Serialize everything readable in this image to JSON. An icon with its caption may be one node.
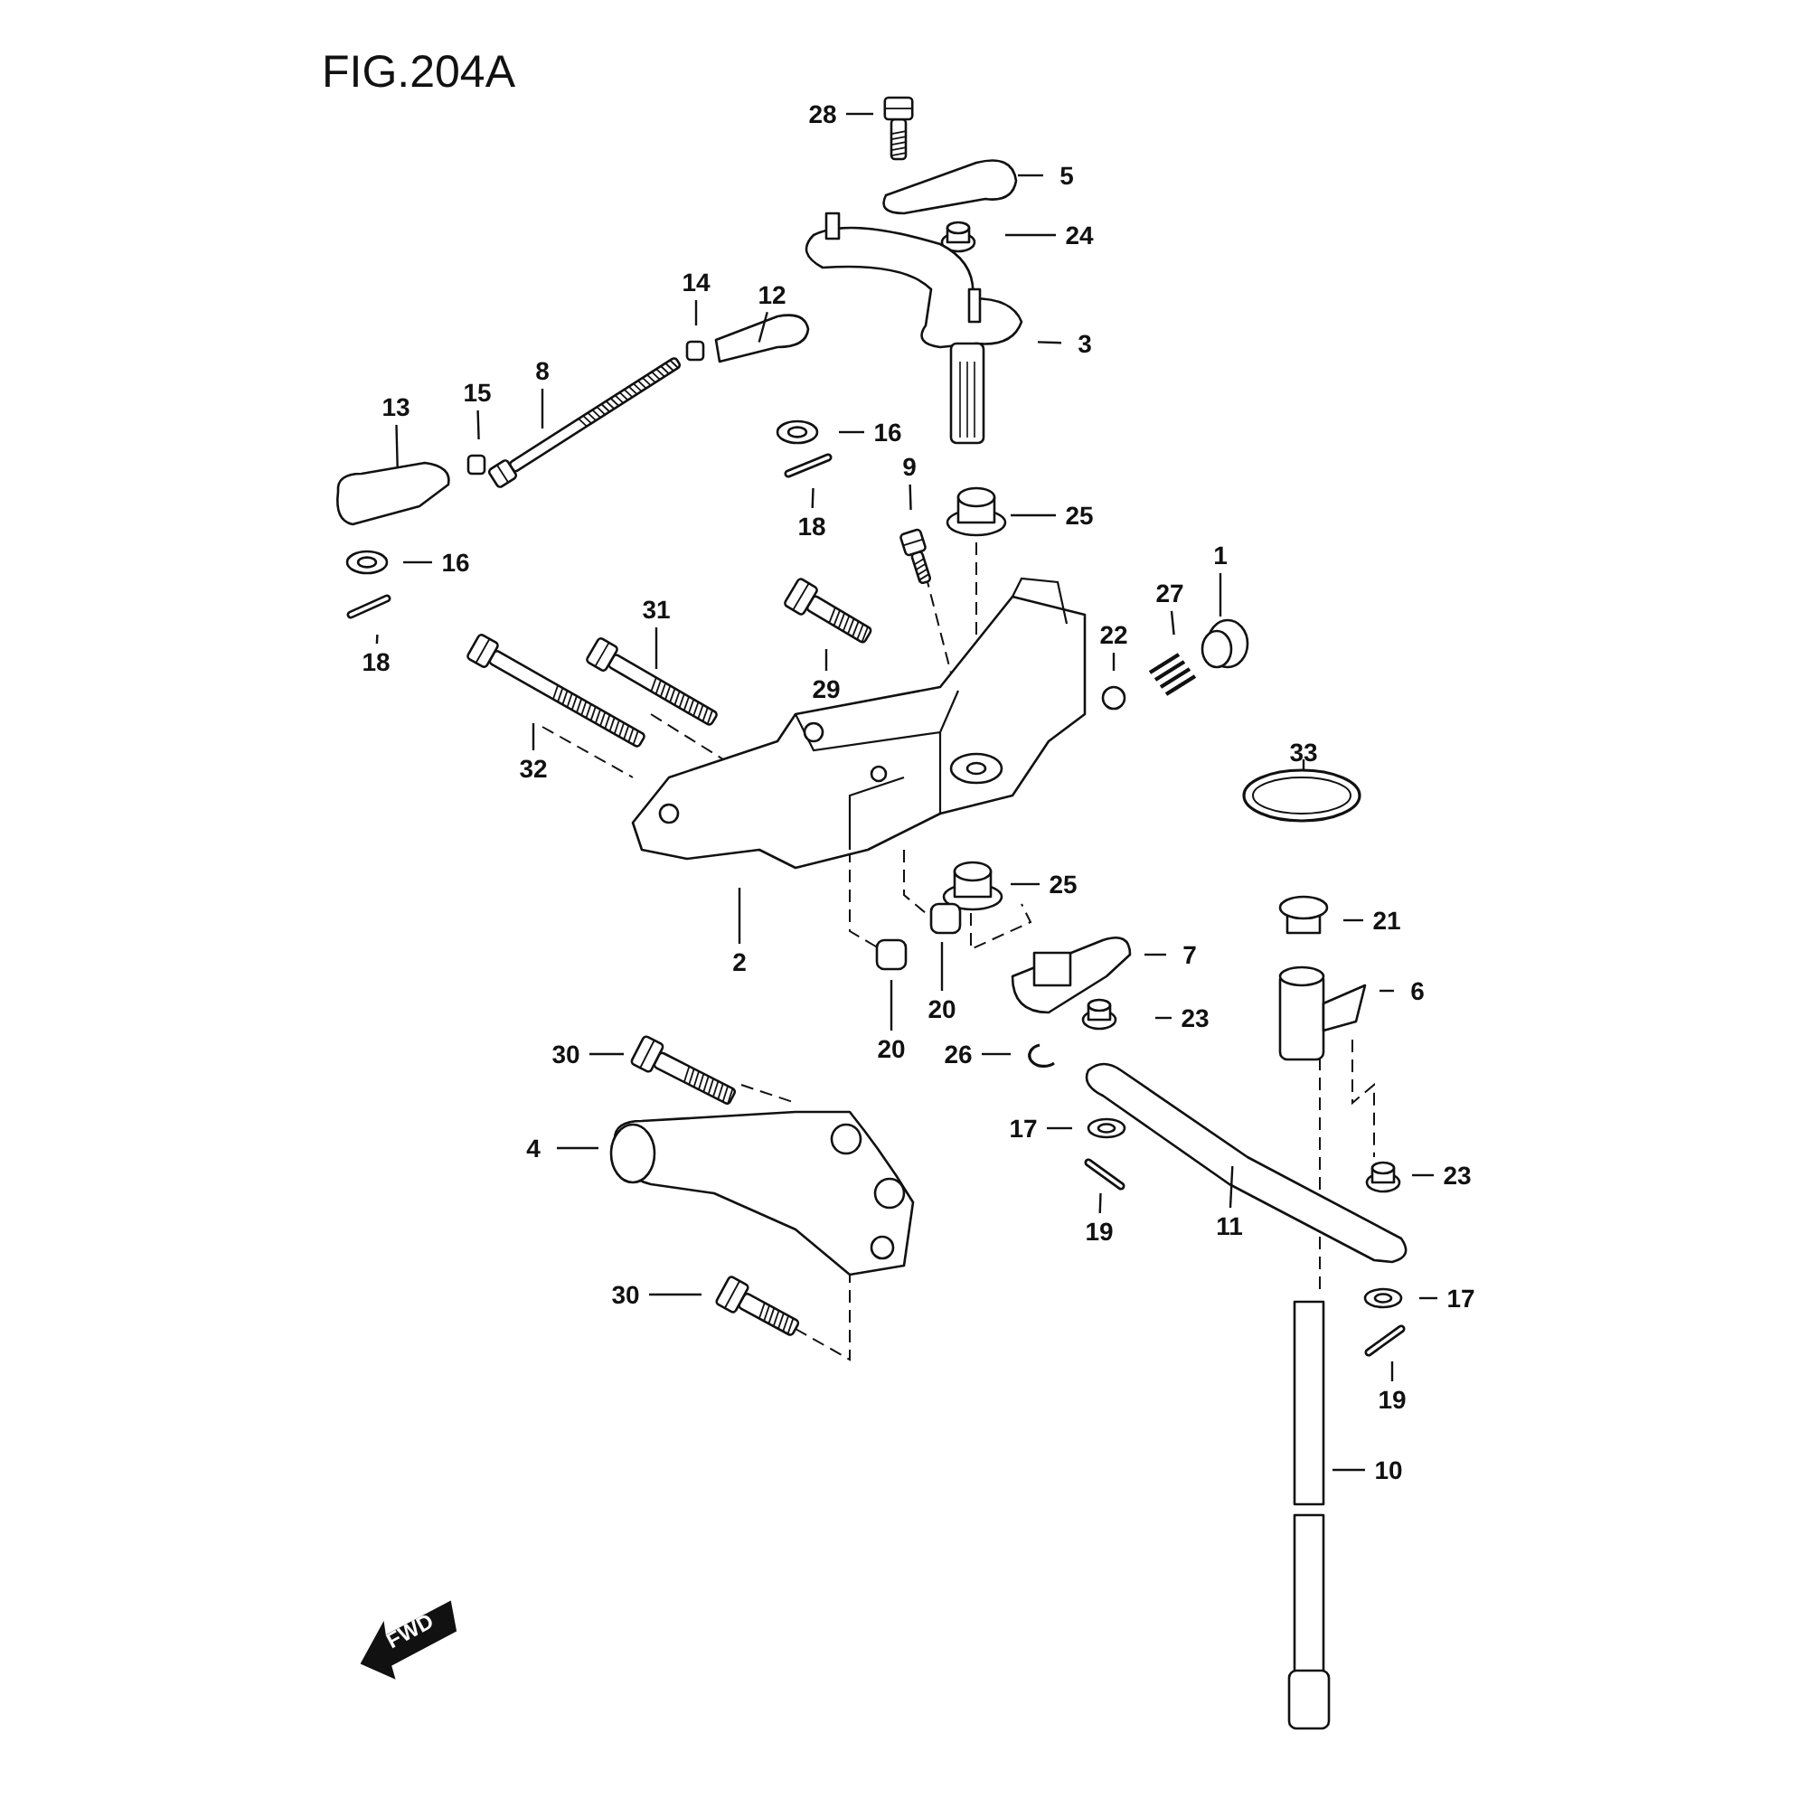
{
  "diagram": {
    "title": "FIG.204A",
    "nodes": [
      {
        "text": [
          "28"
        ]
      },
      {
        "text": [
          "5"
        ]
      },
      {
        "text": [
          "24"
        ]
      },
      {
        "text": [
          "3"
        ]
      },
      {
        "text": [
          "12"
        ]
      },
      {
        "text": [
          "14"
        ]
      },
      {
        "text": [
          "8"
        ]
      },
      {
        "text": [
          "15"
        ]
      },
      {
        "text": [
          "13"
        ]
      },
      {
        "text": [
          "16"
        ]
      },
      {
        "text": [
          "18"
        ]
      },
      {
        "text": [
          "9"
        ]
      },
      {
        "text": [
          "25"
        ]
      },
      {
        "text": [
          "1"
        ]
      },
      {
        "text": [
          "27"
        ]
      },
      {
        "text": [
          "22"
        ]
      },
      {
        "text": [
          "16"
        ]
      },
      {
        "text": [
          "18"
        ]
      },
      {
        "text": [
          "31"
        ]
      },
      {
        "text": [
          "29"
        ]
      },
      {
        "text": [
          "32"
        ]
      },
      {
        "text": [
          "33"
        ]
      },
      {
        "text": [
          "25"
        ]
      },
      {
        "text": [
          "21"
        ]
      },
      {
        "text": [
          "2"
        ]
      },
      {
        "text": [
          "7"
        ]
      },
      {
        "text": [
          "6"
        ]
      },
      {
        "text": [
          "20"
        ]
      },
      {
        "text": [
          "20"
        ]
      },
      {
        "text": [
          "23"
        ]
      },
      {
        "text": [
          "26"
        ]
      },
      {
        "text": [
          "30"
        ]
      },
      {
        "text": [
          "17"
        ]
      },
      {
        "text": [
          "4"
        ]
      },
      {
        "text": [
          "23"
        ]
      },
      {
        "text": [
          "11"
        ]
      },
      {
        "text": [
          "19"
        ]
      },
      {
        "text": [
          "30"
        ]
      },
      {
        "text": [
          "17"
        ]
      },
      {
        "text": [
          "19"
        ]
      },
      {
        "text": [
          "10"
        ]
      }
    ],
    "edges": [
      {
        "from": 0,
        "to": null,
        "arrow": "none"
      },
      {
        "from": 1,
        "to": null,
        "arrow": "none"
      },
      {
        "from": 2,
        "to": null,
        "arrow": "none"
      },
      {
        "from": 3,
        "to": null,
        "arrow": "none"
      },
      {
        "from": 4,
        "to": null,
        "arrow": "none"
      },
      {
        "from": 5,
        "to": null,
        "arrow": "none"
      },
      {
        "from": 6,
        "to": null,
        "arrow": "none"
      },
      {
        "from": 7,
        "to": null,
        "arrow": "none"
      },
      {
        "from": 8,
        "to": null,
        "arrow": "none"
      },
      {
        "from": 9,
        "to": null,
        "arrow": "none"
      },
      {
        "from": 10,
        "to": null,
        "arrow": "none"
      },
      {
        "from": 11,
        "to": null,
        "arrow": "none"
      },
      {
        "from": 12,
        "to": null,
        "arrow": "none"
      },
      {
        "from": 13,
        "to": null,
        "arrow": "none"
      },
      {
        "from": 14,
        "to": null,
        "arrow": "none"
      },
      {
        "from": 15,
        "to": null,
        "arrow": "none"
      },
      {
        "from": 16,
        "to": null,
        "arrow": "none"
      },
      {
        "from": 17,
        "to": null,
        "arrow": "none"
      },
      {
        "from": 18,
        "to": null,
        "arrow": "none"
      },
      {
        "from": 19,
        "to": null,
        "arrow": "none"
      },
      {
        "from": 20,
        "to": null,
        "arrow": "none"
      },
      {
        "from": 21,
        "to": null,
        "arrow": "none"
      },
      {
        "from": 22,
        "to": null,
        "arrow": "none"
      },
      {
        "from": 23,
        "to": null,
        "arrow": "none"
      },
      {
        "from": 24,
        "to": null,
        "arrow": "none"
      },
      {
        "from": 25,
        "to": null,
        "arrow": "none"
      },
      {
        "from": 26,
        "to": null,
        "arrow": "none"
      },
      {
        "from": 27,
        "to": null,
        "arrow": "none"
      },
      {
        "from": 28,
        "to": null,
        "arrow": "none"
      },
      {
        "from": 29,
        "to": null,
        "arrow": "none"
      },
      {
        "from": 30,
        "to": null,
        "arrow": "none"
      },
      {
        "from": 31,
        "to": null,
        "arrow": "none"
      },
      {
        "from": 32,
        "to": null,
        "arrow": "none"
      },
      {
        "from": 33,
        "to": null,
        "arrow": "none"
      },
      {
        "from": 34,
        "to": null,
        "arrow": "none"
      },
      {
        "from": 35,
        "to": null,
        "arrow": "none"
      },
      {
        "from": 36,
        "to": null,
        "arrow": "none"
      },
      {
        "from": 37,
        "to": null,
        "arrow": "none"
      },
      {
        "from": 38,
        "to": null,
        "arrow": "none"
      },
      {
        "from": 39,
        "to": null,
        "arrow": "none"
      },
      {
        "from": 40,
        "to": null,
        "arrow": "none"
      }
    ],
    "labels": [
      "FWD"
    ]
  }
}
